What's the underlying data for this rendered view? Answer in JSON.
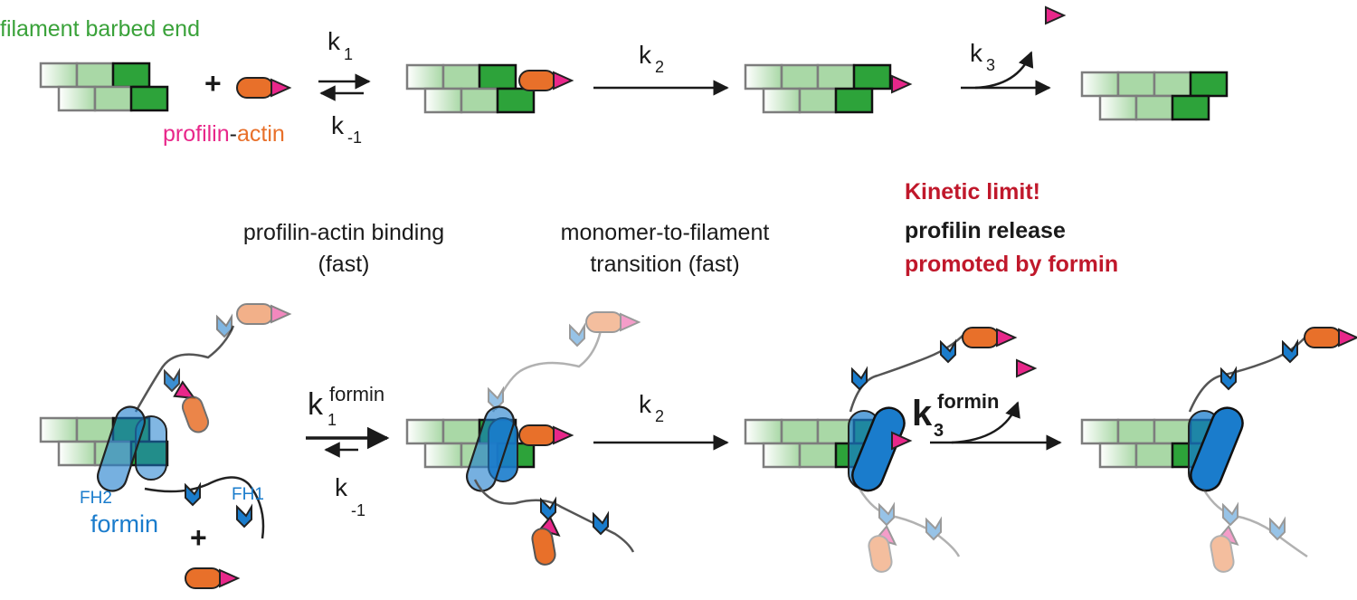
{
  "labels": {
    "barbed_end": "filament barbed end",
    "profilin_word": "profilin",
    "dash": "-",
    "actin_word": "actin",
    "plus": "+",
    "k": "k",
    "sub_1": "1",
    "sub_minus1": "-1",
    "sub_2": "2",
    "sub_3": "3",
    "sup_formin": "formin",
    "step1_line1": "profilin-actin binding",
    "step1_line2": "(fast)",
    "step2_line1": "monomer-to-filament",
    "step2_line2": "transition (fast)",
    "step3_line1": "Kinetic limit!",
    "step3_line2": "profilin release",
    "step3_line3": "promoted by formin",
    "fh2": "FH2",
    "fh1": "FH1",
    "formin": "formin"
  },
  "colors": {
    "filament_light": "#a9d8a6",
    "filament_dark": "#2da33a",
    "filament_label": "#3aa23a",
    "profilin": "#e8278a",
    "actin": "#e8702a",
    "formin_blue": "#1a7ccc",
    "formin_dark": "#0e5da3",
    "kinetic_red": "#c0182b",
    "text": "#1a1a1a"
  },
  "icons": {
    "profilin": "magenta-triangle",
    "actin_monomer": "orange-capsule",
    "filament_subunit": "green-rectangle",
    "formin_fh2": "blue-capsule",
    "fh1_polyproline": "blue-chevron"
  }
}
